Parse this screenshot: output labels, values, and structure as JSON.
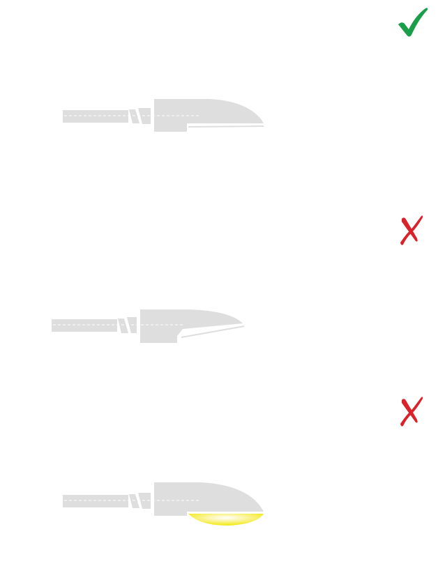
{
  "colors": {
    "background": "#ffffff",
    "knife_body": "#dedede",
    "knife_dash": "#ffffff",
    "check_mark": "#1a9e4a",
    "cross_mark": "#d9232a",
    "highlight": "#f4ea1c"
  },
  "panels": [
    {
      "verdict_icon": "check-icon",
      "verdict": "correct",
      "illustration": "knife-blade-flat-bottom"
    },
    {
      "verdict_icon": "cross-icon",
      "verdict": "incorrect",
      "illustration": "knife-blade-angled-bottom"
    },
    {
      "verdict_icon": "cross-icon",
      "verdict": "incorrect",
      "illustration": "knife-blade-highlighted-curved-bottom"
    }
  ]
}
